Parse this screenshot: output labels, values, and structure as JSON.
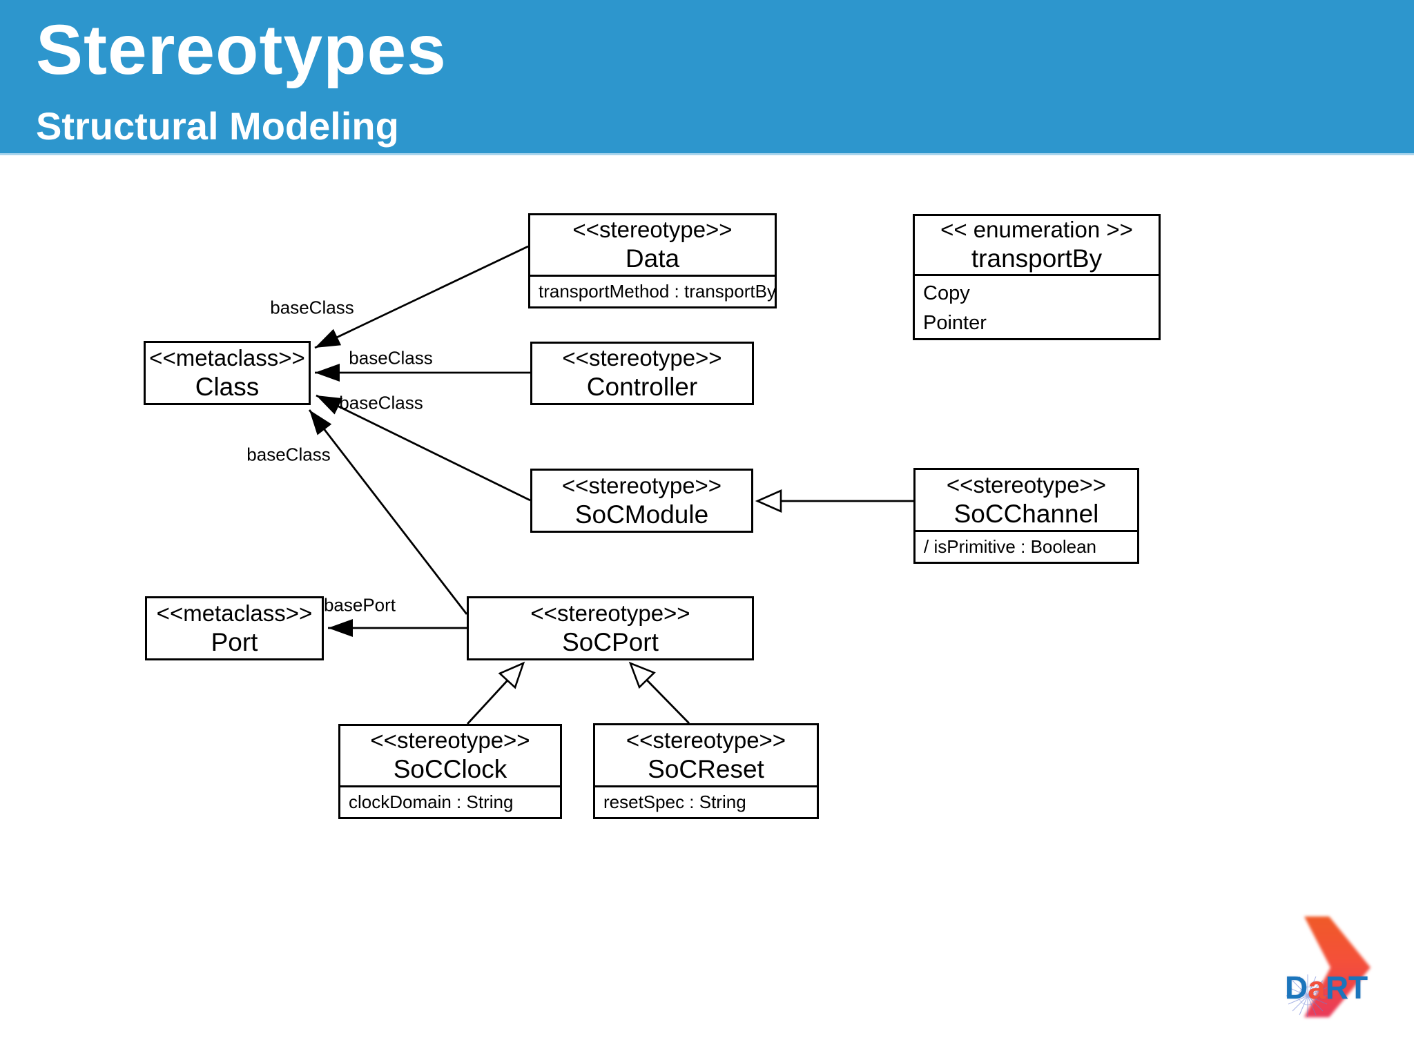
{
  "header": {
    "title": "Stereotypes",
    "subtitle": "Structural Modeling",
    "background": "#2D96CD",
    "text_color": "#FFFFFF"
  },
  "diagram": {
    "nodes": {
      "data": {
        "stereotype": "<<stereotype>>",
        "name": "Data",
        "attribute": "transportMethod : transportBy"
      },
      "transport_by": {
        "stereotype": "<< enumeration >>",
        "name": "transportBy",
        "literals": [
          "Copy",
          "Pointer"
        ]
      },
      "class": {
        "stereotype": "<<metaclass>>",
        "name": "Class"
      },
      "controller": {
        "stereotype": "<<stereotype>>",
        "name": "Controller"
      },
      "soc_module": {
        "stereotype": "<<stereotype>>",
        "name": "SoCModule"
      },
      "soc_channel": {
        "stereotype": "<<stereotype>>",
        "name": "SoCChannel",
        "attribute": "/  isPrimitive : Boolean"
      },
      "port": {
        "stereotype": "<<metaclass>>",
        "name": "Port"
      },
      "soc_port": {
        "stereotype": "<<stereotype>>",
        "name": "SoCPort"
      },
      "soc_clock": {
        "stereotype": "<<stereotype>>",
        "name": "SoCClock",
        "attribute": "clockDomain : String"
      },
      "soc_reset": {
        "stereotype": "<<stereotype>>",
        "name": "SoCReset",
        "attribute": "resetSpec : String"
      }
    },
    "edge_labels": {
      "data_base_class": "baseClass",
      "controller_base_class": "baseClass",
      "soc_module_base_class": "baseClass",
      "soc_port_base_class": "baseClass",
      "soc_port_base_port": "basePort"
    },
    "line_color": "#000000",
    "node_fill": "#FFFFFF"
  },
  "logo": {
    "d": "D",
    "a": "a",
    "rt": "RT",
    "blue": "#1B75BC",
    "accent": "#F2503C",
    "chevron_top": "#F05A28",
    "chevron_bottom": "#E93A5A"
  }
}
